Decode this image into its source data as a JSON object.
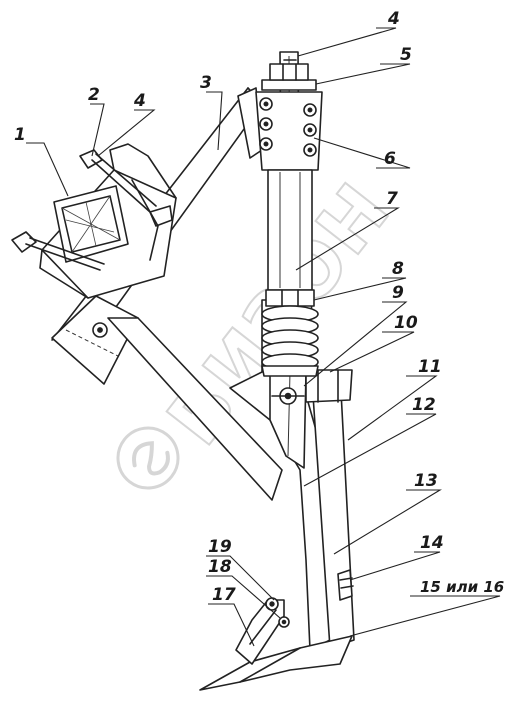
{
  "watermark": {
    "text": "БИЗОН",
    "color": "#d2d2d2"
  },
  "callouts": [
    {
      "id": "1",
      "label": "1"
    },
    {
      "id": "2",
      "label": "2"
    },
    {
      "id": "3",
      "label": "3"
    },
    {
      "id": "4a",
      "label": "4"
    },
    {
      "id": "4b",
      "label": "4"
    },
    {
      "id": "5",
      "label": "5"
    },
    {
      "id": "6",
      "label": "6"
    },
    {
      "id": "7",
      "label": "7"
    },
    {
      "id": "8",
      "label": "8"
    },
    {
      "id": "9",
      "label": "9"
    },
    {
      "id": "10",
      "label": "10"
    },
    {
      "id": "11",
      "label": "11"
    },
    {
      "id": "12",
      "label": "12"
    },
    {
      "id": "13",
      "label": "13"
    },
    {
      "id": "14",
      "label": "14"
    },
    {
      "id": "15",
      "label": "15 или 16"
    },
    {
      "id": "17",
      "label": "17"
    },
    {
      "id": "18",
      "label": "18"
    },
    {
      "id": "19",
      "label": "19"
    }
  ],
  "colors": {
    "line": "#222222",
    "background": "#ffffff"
  }
}
